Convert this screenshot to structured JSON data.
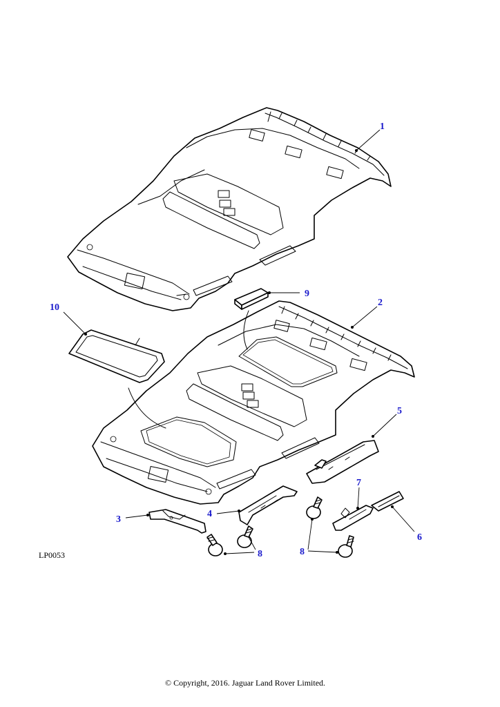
{
  "diagram": {
    "reference_code": "LP0053",
    "copyright": "© Copyright, 2016. Jaguar Land Rover Limited."
  },
  "callouts": [
    {
      "id": "1",
      "label": "1"
    },
    {
      "id": "2",
      "label": "2"
    },
    {
      "id": "3",
      "label": "3"
    },
    {
      "id": "4",
      "label": "4"
    },
    {
      "id": "5",
      "label": "5"
    },
    {
      "id": "6",
      "label": "6"
    },
    {
      "id": "7",
      "label": "7"
    },
    {
      "id": "8a",
      "label": "8"
    },
    {
      "id": "8b",
      "label": "8"
    },
    {
      "id": "9",
      "label": "9"
    },
    {
      "id": "10",
      "label": "10"
    }
  ],
  "colors": {
    "callout": "#1a1acc",
    "line": "#000000",
    "background": "#ffffff"
  }
}
